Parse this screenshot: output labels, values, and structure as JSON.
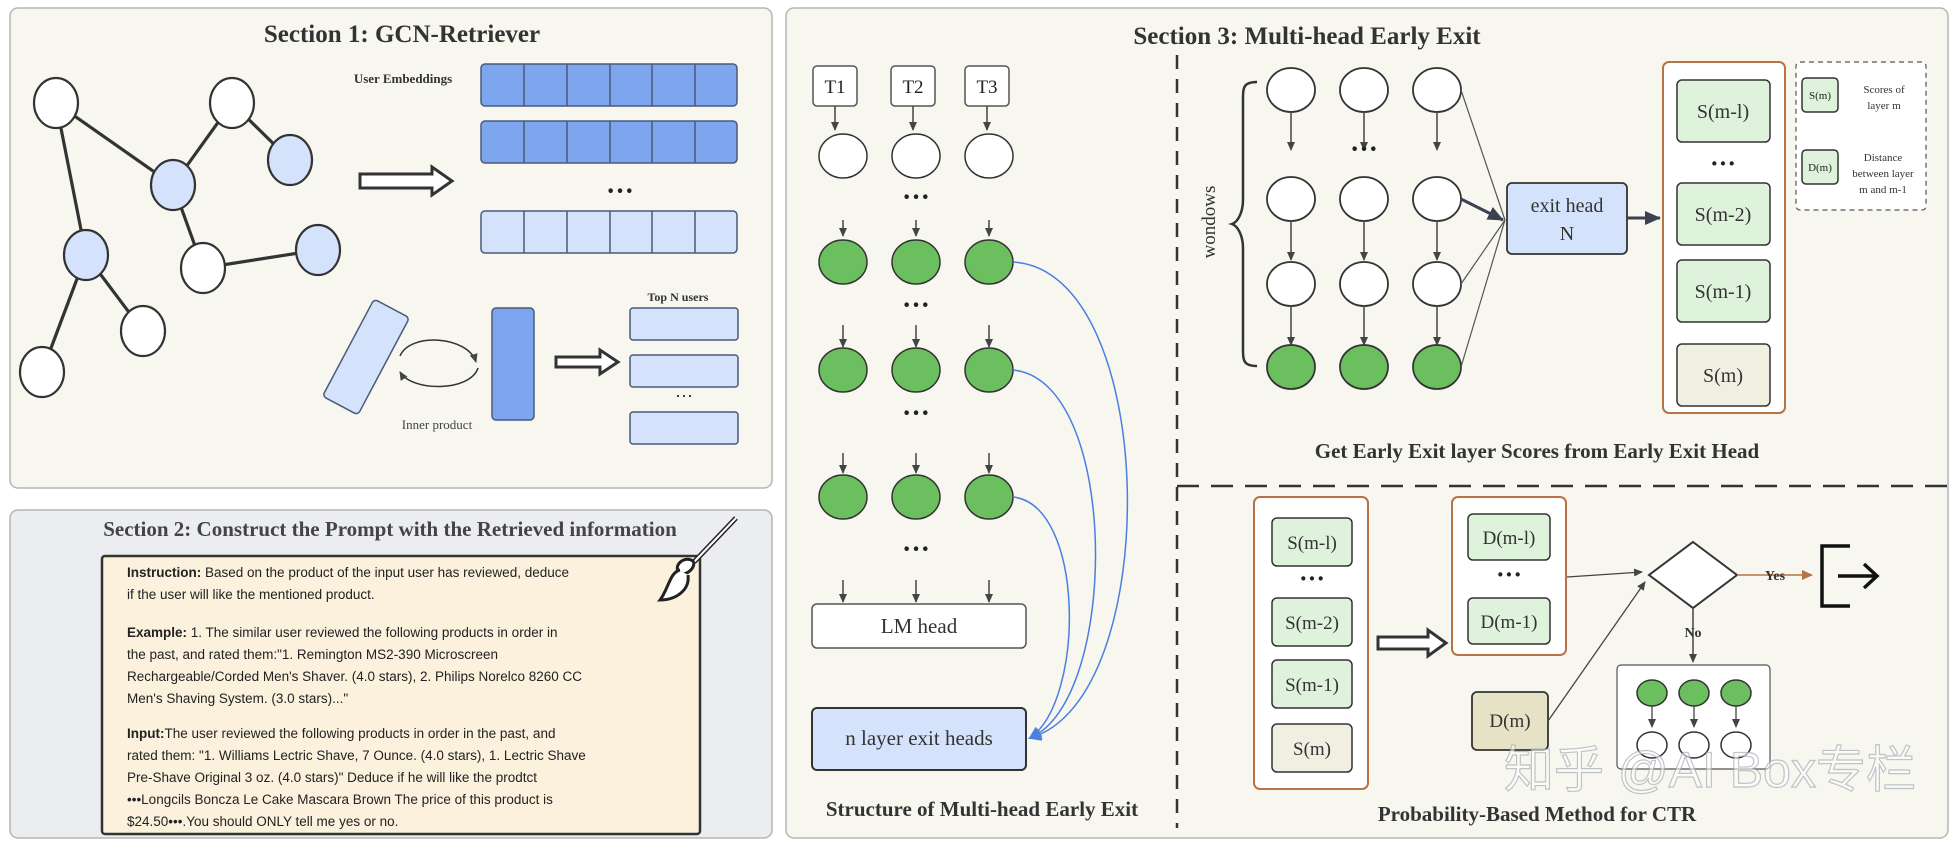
{
  "section1": {
    "title": "Section 1: GCN-Retriever",
    "user_embeddings_label": "User Embeddings",
    "ellipsis": "···",
    "top_n_label": "Top N users",
    "inner_product_label": "Inner product"
  },
  "section2": {
    "title": "Section 2: Construct the Prompt with the Retrieved information",
    "instruction_key": "Instruction:",
    "instruction_lines": [
      " Based on the product of the input user has reviewed, deduce",
      "if the user will like the mentioned product."
    ],
    "example_key": "Example:",
    "example_lines": [
      " 1. The similar user reviewed the following products in order in",
      "the past, and rated them:\"1. Remington MS2-390 Microscreen",
      "Rechargeable/Corded Men's Shaver. (4.0 stars), 2. Philips Norelco 8260 CC",
      "Men's Shaving System. (3.0 stars)...\""
    ],
    "input_key": "Input:",
    "input_lines": [
      "The user reviewed the following products in order in the past, and",
      "rated them:  \"1. Williams Lectric Shave, 7 Ounce. (4.0 stars), 1. Lectric Shave",
      "Pre-Shave Original 3 oz. (4.0 stars)\" Deduce if he will like the prodtct",
      "•••Longcils Boncza Le Cake Mascara Brown The price of this product is",
      "$24.50•••.You should ONLY tell me yes or no."
    ]
  },
  "section3": {
    "title": "Section 3: Multi-head Early Exit",
    "tokens": [
      "T1",
      "T2",
      "T3"
    ],
    "ellipsis": "···",
    "lm_head": "LM head",
    "exit_heads": "n layer exit heads",
    "structure_caption": "Structure of Multi-head Early Exit",
    "windows_label": "wondows",
    "exit_head_line1": "exit head",
    "exit_head_line2": "N",
    "scores": [
      "S(m-l)",
      "S(m-2)",
      "S(m-1)",
      "S(m)"
    ],
    "legend_s_box": "S(m)",
    "legend_s_text": [
      "Scores of",
      "layer m"
    ],
    "legend_d_box": "D(m)",
    "legend_d_text": [
      "Distance",
      "between layer",
      "m and m-1"
    ],
    "scores_caption": "Get Early Exit layer Scores from Early Exit Head",
    "left_scores": [
      "S(m-l)",
      "S(m-2)",
      "S(m-1)",
      "S(m)"
    ],
    "distances": [
      "D(m-l)",
      "D(m-1)"
    ],
    "d_m": "D(m)",
    "yes": "Yes",
    "no": "No",
    "prob_caption": "Probability-Based Method for CTR"
  },
  "watermark": "知乎 @AI Box专栏",
  "colors": {
    "panel_bg": "#f7f6ef",
    "panel2_bg": "#ecedf0",
    "prompt_bg": "#fbf1dc",
    "blue_dark": "#7ea6ee",
    "blue_light": "#d5e2fb",
    "green": "#6cbf5f",
    "green_light": "#dff3dc",
    "orange": "#b87345",
    "arc_blue": "#4a7fe0"
  }
}
